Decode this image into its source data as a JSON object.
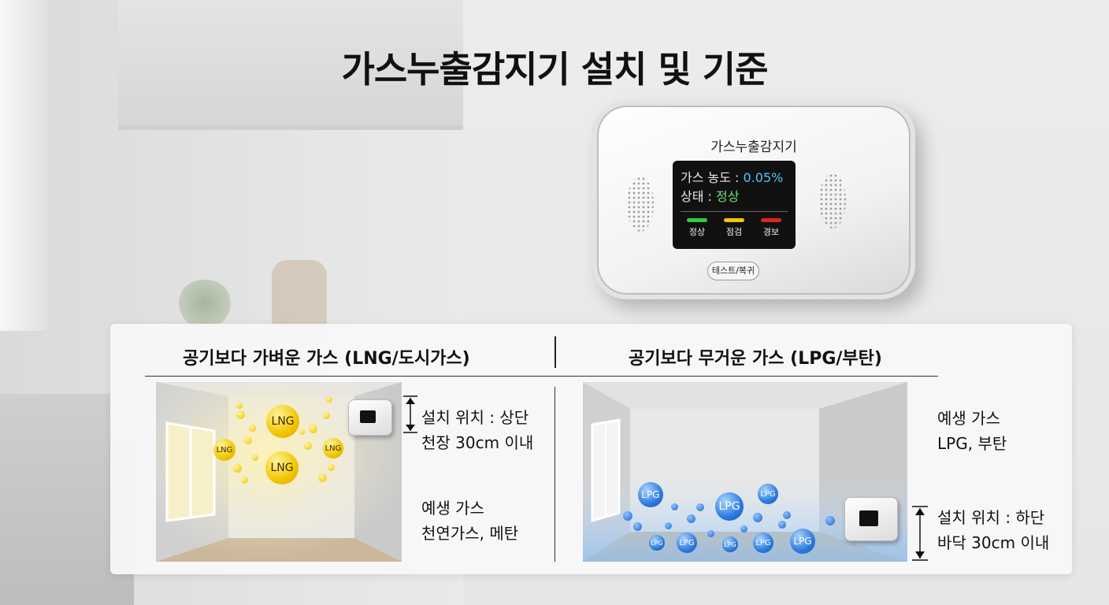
{
  "title": "가스누출감지기 설치 및 기준",
  "detector": {
    "label": "가스누출감지기",
    "screen": {
      "conc_label": "가스 농도 : ",
      "conc_value": "0.05%",
      "status_label": "상태 : ",
      "status_value": "정상",
      "leds": [
        {
          "label": "정상",
          "color": "#2ecc40"
        },
        {
          "label": "점검",
          "color": "#f1c40f"
        },
        {
          "label": "경보",
          "color": "#e0231c"
        }
      ]
    },
    "test_button": "테스트/복귀"
  },
  "left": {
    "heading": "공기보다 가벼운 가스 (LNG/도시가스)",
    "install_1": "설치 위치 : 상단",
    "install_2": "천장 30cm 이내",
    "example_1": "예생 가스",
    "example_2": "천연가스, 메탄",
    "ball_label": "LNG"
  },
  "right": {
    "heading": "공기보다 무거운 가스 (LPG/부탄)",
    "example_1": "예생 가스",
    "example_2": "LPG, 부탄",
    "install_1": "설치 위치 : 하단",
    "install_2": "바닥 30cm 이내",
    "ball_label": "LPG"
  }
}
